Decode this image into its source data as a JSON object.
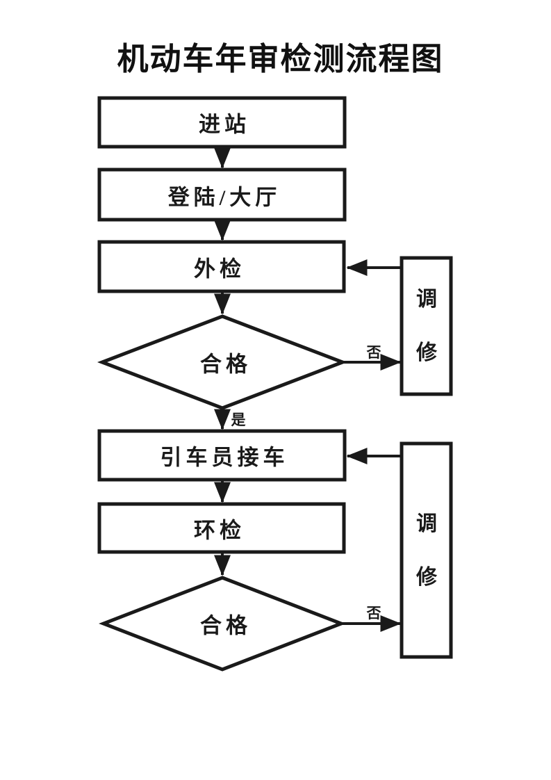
{
  "title": "机动车年审检测流程图",
  "colors": {
    "line": "#1a1a1a",
    "background": "#ffffff",
    "text": "#1a1a1a"
  },
  "flowchart": {
    "nodes": [
      {
        "id": "enter-station",
        "type": "process",
        "label": "进站"
      },
      {
        "id": "login-hall",
        "type": "process",
        "label": "登陆/大厅"
      },
      {
        "id": "exterior-inspection",
        "type": "process",
        "label": "外检"
      },
      {
        "id": "pass-check-1",
        "type": "decision",
        "label": "合格"
      },
      {
        "id": "repair-1",
        "type": "process",
        "label": "调修"
      },
      {
        "id": "driver-pickup",
        "type": "process",
        "label": "引车员接车"
      },
      {
        "id": "environmental-inspection",
        "type": "process",
        "label": "环检"
      },
      {
        "id": "pass-check-2",
        "type": "decision",
        "label": "合格"
      },
      {
        "id": "repair-2",
        "type": "process",
        "label": "调修"
      }
    ],
    "edges": [
      {
        "from": "enter-station",
        "to": "login-hall",
        "label": ""
      },
      {
        "from": "login-hall",
        "to": "exterior-inspection",
        "label": ""
      },
      {
        "from": "exterior-inspection",
        "to": "pass-check-1",
        "label": ""
      },
      {
        "from": "pass-check-1",
        "to": "repair-1",
        "label": "否"
      },
      {
        "from": "repair-1",
        "to": "exterior-inspection",
        "label": ""
      },
      {
        "from": "pass-check-1",
        "to": "driver-pickup",
        "label": "是"
      },
      {
        "from": "driver-pickup",
        "to": "environmental-inspection",
        "label": ""
      },
      {
        "from": "environmental-inspection",
        "to": "pass-check-2",
        "label": ""
      },
      {
        "from": "pass-check-2",
        "to": "repair-2",
        "label": "否"
      },
      {
        "from": "repair-2",
        "to": "driver-pickup",
        "label": ""
      }
    ]
  }
}
